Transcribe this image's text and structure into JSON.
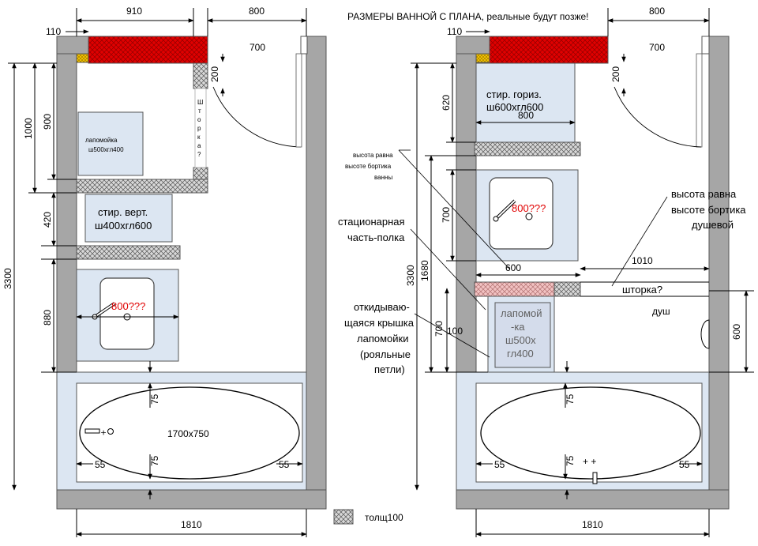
{
  "plan": {
    "title": "РАЗМЕРЫ ВАННОЙ С ПЛАНА, реальные будут позже!",
    "legend": "толщ100"
  },
  "left": {
    "dims": {
      "top_910": "910",
      "top_800": "800",
      "top_110": "110",
      "door_700": "700",
      "gap_200": "200",
      "h_1000": "1000",
      "h_900": "900",
      "h_420": "420",
      "h_3300": "3300",
      "h_880": "880",
      "w_1810": "1810",
      "tub_75_top": "75",
      "tub_75_bot": "75",
      "tub_55_left": "55",
      "tub_55_right": "55"
    },
    "laundry_sink": [
      "лапомойка",
      "ш500хгл400"
    ],
    "washer": [
      "стир. верт.",
      "ш400хгл600"
    ],
    "sink_note": "800???",
    "curtain": [
      "Ш",
      "т",
      "о",
      "р",
      "к",
      "а",
      "?"
    ],
    "tub_size": "1700х750"
  },
  "right": {
    "dims": {
      "top_110": "110",
      "top_800": "800",
      "door_700": "700",
      "gap_200": "200",
      "h_620": "620",
      "w_800": "800",
      "h_700_sink": "700",
      "h_1680": "1680",
      "h_3300": "3300",
      "w_600": "600",
      "h_700_low": "700",
      "w_100": "100",
      "w_1010": "1010",
      "h_600": "600",
      "w_1810": "1810",
      "tub_75_top": "75",
      "tub_75_bot": "75",
      "tub_55_left": "55",
      "tub_55_right": "55"
    },
    "washer": [
      "стир. гориз.",
      "ш600хгл600"
    ],
    "sink_note": "800???",
    "note_height_tub": [
      "высота равна",
      "высоте бортика",
      "ванны"
    ],
    "note_shelf": [
      "стационарная",
      "часть-полка"
    ],
    "note_lid": [
      "откидываю-",
      "щаяся крышка",
      "лапомойки",
      "(рояльные",
      "петли)"
    ],
    "laundry_sink": [
      "лапомой",
      "-ка",
      "ш500х",
      "гл400"
    ],
    "note_height_shower": [
      "высота равна",
      "высоте бортика",
      "душевой"
    ],
    "curtain": "шторка?",
    "shower": "душ"
  }
}
